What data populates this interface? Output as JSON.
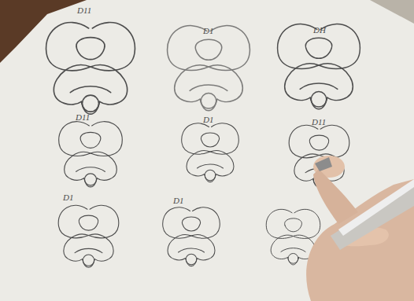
{
  "diagram": {
    "labels": [
      "D11",
      "D1",
      "DH",
      "D11",
      "D1",
      "D11",
      "D1",
      "D1"
    ]
  }
}
